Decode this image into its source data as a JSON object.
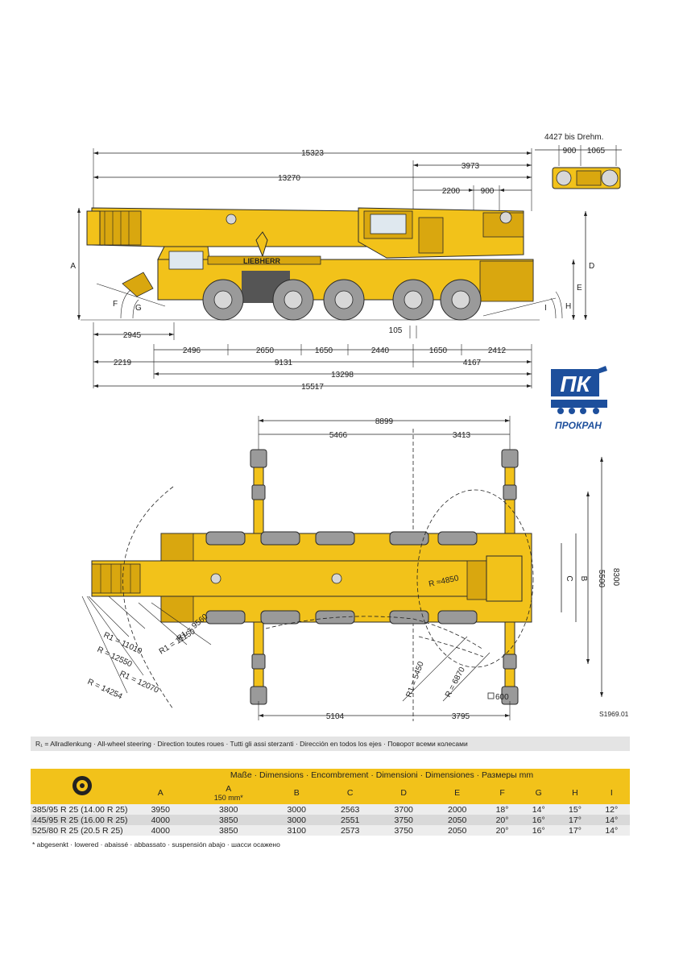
{
  "side_view": {
    "overall_length_top": "15323",
    "boom_length": "13270",
    "rear_to_cab": "3973",
    "slew_center": "2200",
    "slew_offset": "900",
    "detail_title": "4427 bis Drehm.",
    "detail_left": "900",
    "detail_right": "1065",
    "front_overhang": "2945",
    "axle_offset": "105",
    "axle_spacings": [
      "2496",
      "2650",
      "1650",
      "2440",
      "1650",
      "2412"
    ],
    "front_to_axle1": "2219",
    "middle_span": "9131",
    "rear_span": "4167",
    "total_wheelbase": "13298",
    "overall_length_bottom": "15517",
    "letters": {
      "A": "A",
      "D": "D",
      "E": "E",
      "F": "F",
      "G": "G",
      "H": "H",
      "I": "I"
    }
  },
  "top_view": {
    "outrigger_total": "8899",
    "outrigger_front": "5466",
    "outrigger_rear": "3413",
    "outrigger_bottom_front": "5104",
    "outrigger_bottom_rear": "3795",
    "width_full": "8300",
    "width_mid": "5500",
    "letter_B": "B",
    "letter_C": "C",
    "radius_counterweight": "R ≈4850",
    "radius_labels": [
      "R1 = 9560",
      "R1 = 11150",
      "R1 = 11010",
      "R = 12550",
      "R1 = 12070",
      "R = 14254",
      "R1 = 5450",
      "R = 6870"
    ],
    "pad_label": "600",
    "drawing_code": "S1969.01"
  },
  "logo": {
    "mark": "ПК",
    "name": "ПРОКРАН"
  },
  "legend": "R₁ = Allradlenkung · All-wheel steering · Direction toutes roues · Tutti gli assi sterzanti · Dirección en todos los ejes · Поворот всеми колесами",
  "table": {
    "header_title": "Maße · Dimensions · Encombrement · Dimensioni · Dimensiones · Размеры mm",
    "columns": [
      "A",
      "A",
      "B",
      "C",
      "D",
      "E",
      "F",
      "G",
      "H",
      "I"
    ],
    "subheader": "150 mm*",
    "rows": [
      {
        "tyre": "385/95 R 25 (14.00 R 25)",
        "values": [
          "3950",
          "3800",
          "3000",
          "2563",
          "3700",
          "2000",
          "18°",
          "14°",
          "15°",
          "12°"
        ]
      },
      {
        "tyre": "445/95 R 25 (16.00 R 25)",
        "values": [
          "4000",
          "3850",
          "3000",
          "2551",
          "3750",
          "2050",
          "20°",
          "16°",
          "17°",
          "14°"
        ]
      },
      {
        "tyre": "525/80 R 25 (20.5   R 25)",
        "values": [
          "4000",
          "3850",
          "3100",
          "2573",
          "3750",
          "2050",
          "20°",
          "16°",
          "17°",
          "14°"
        ]
      }
    ],
    "footnote": "* abgesenkt · lowered · abaissé · abbassato · suspensión abajo · шасси осажено"
  },
  "colors": {
    "crane_yellow": "#f2c21a",
    "table_header": "#f2c21a",
    "logo_blue": "#1d4f9c"
  }
}
